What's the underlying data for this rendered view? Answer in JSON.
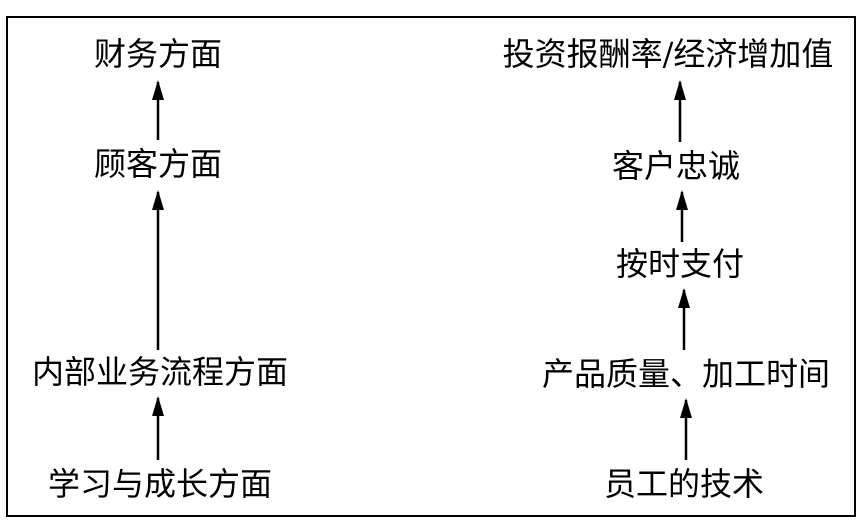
{
  "left_column": {
    "nodes": [
      "财务方面",
      "顾客方面",
      "内部业务流程方面",
      "学习与成长方面"
    ]
  },
  "right_column": {
    "nodes": [
      "投资报酬率/经济增加值",
      "客户忠诚",
      "按时支付",
      "产品质量、加工时间",
      "员工的技术"
    ]
  },
  "colors": {
    "line": "#000000",
    "text": "#000000",
    "background": "#ffffff"
  }
}
